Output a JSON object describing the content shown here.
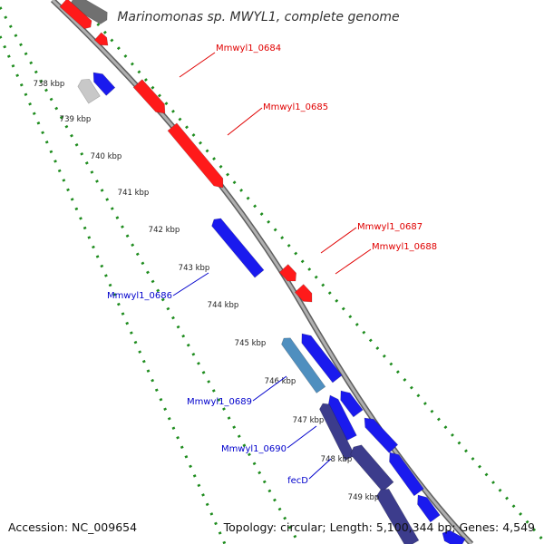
{
  "title": "Marinomonas sp. MWYL1, complete genome",
  "colors": {
    "background": "#ffffff",
    "backbone": "#8a8a8a",
    "tick_dots": "#1e8c1e",
    "forward_gene": "#ff1a1a",
    "reverse_gene": "#1a1aee",
    "reverse_gene_light": "#4f8fbf",
    "reverse_gene_dark": "#3c3c8c",
    "other_feature": "#c8c8c8",
    "other_feature_dark": "#707070"
  },
  "ticks": [
    "738 kbp",
    "739 kbp",
    "740 kbp",
    "741 kbp",
    "742 kbp",
    "743 kbp",
    "744 kbp",
    "745 kbp",
    "746 kbp",
    "747 kbp",
    "748 kbp",
    "749 kbp"
  ],
  "gene_labels": [
    {
      "text": "Mmwyl1_0684",
      "strand": "forward"
    },
    {
      "text": "Mmwyl1_0685",
      "strand": "forward"
    },
    {
      "text": "Mmwyl1_0687",
      "strand": "forward"
    },
    {
      "text": "Mmwyl1_0688",
      "strand": "forward"
    },
    {
      "text": "Mmwyl1_0686",
      "strand": "reverse"
    },
    {
      "text": "Mmwyl1_0689",
      "strand": "reverse"
    },
    {
      "text": "Mmwyl1_0690",
      "strand": "reverse"
    },
    {
      "text": "fecD",
      "strand": "reverse"
    }
  ],
  "footer": {
    "accession": "Accession: NC_009654",
    "topology": "Topology: circular; Length: 5,100,344 bp; Genes: 4,549"
  }
}
